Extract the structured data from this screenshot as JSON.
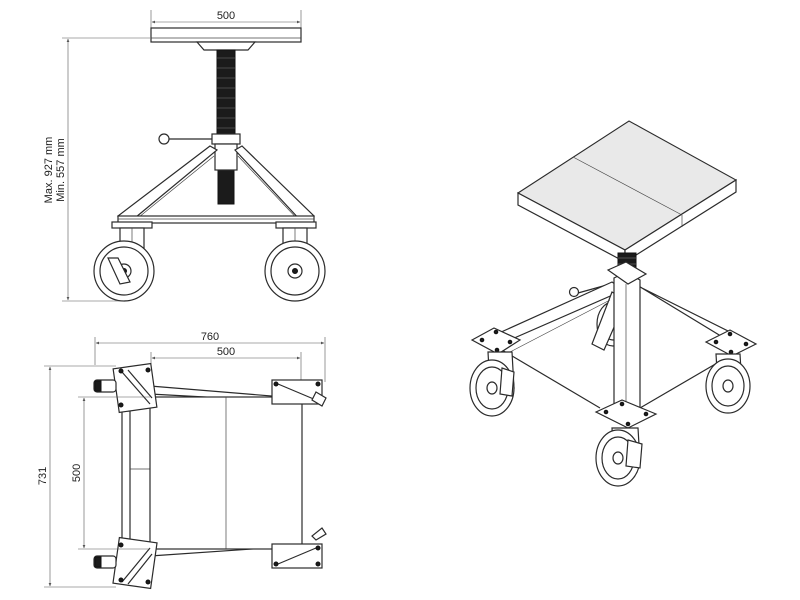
{
  "dimensions": {
    "front_width": "500",
    "height_max": "Max. 927 mm",
    "height_min": "Min. 557 mm",
    "plan_overall_width": "760",
    "plan_top_width": "500",
    "plan_overall_depth": "731",
    "plan_top_depth": "500"
  },
  "colors": {
    "line": "#2b2b2b",
    "screw": "#1b1b1b",
    "top_fill": "#e9e9e9",
    "background": "#ffffff"
  }
}
